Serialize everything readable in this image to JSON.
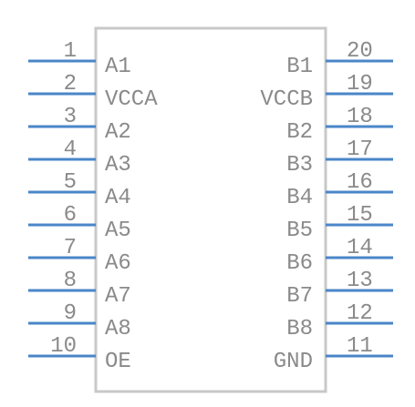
{
  "component": {
    "body_color": "#c8c8c8",
    "pin_color": "#4a86c8",
    "text_color": "#8a8a8a",
    "left_pins": [
      {
        "number": "1",
        "name": "A1"
      },
      {
        "number": "2",
        "name": "VCCA"
      },
      {
        "number": "3",
        "name": "A2"
      },
      {
        "number": "4",
        "name": "A3"
      },
      {
        "number": "5",
        "name": "A4"
      },
      {
        "number": "6",
        "name": "A5"
      },
      {
        "number": "7",
        "name": "A6"
      },
      {
        "number": "8",
        "name": "A7"
      },
      {
        "number": "9",
        "name": "A8"
      },
      {
        "number": "10",
        "name": "OE"
      }
    ],
    "right_pins": [
      {
        "number": "20",
        "name": "B1"
      },
      {
        "number": "19",
        "name": "VCCB"
      },
      {
        "number": "18",
        "name": "B2"
      },
      {
        "number": "17",
        "name": "B3"
      },
      {
        "number": "16",
        "name": "B4"
      },
      {
        "number": "15",
        "name": "B5"
      },
      {
        "number": "14",
        "name": "B6"
      },
      {
        "number": "13",
        "name": "B7"
      },
      {
        "number": "12",
        "name": "B8"
      },
      {
        "number": "11",
        "name": "GND"
      }
    ]
  }
}
